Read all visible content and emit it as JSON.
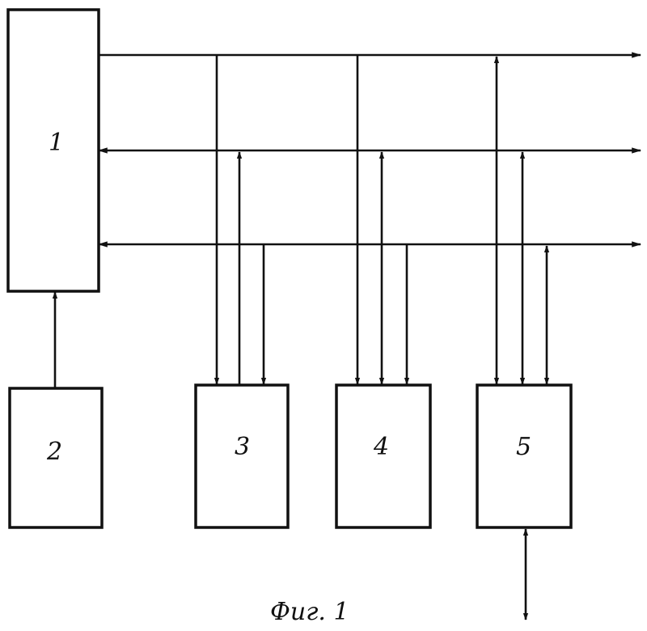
{
  "blocks": [
    {
      "id": "1",
      "label": "1"
    },
    {
      "id": "2",
      "label": "2"
    },
    {
      "id": "3",
      "label": "3"
    },
    {
      "id": "4",
      "label": "4"
    },
    {
      "id": "5",
      "label": "5"
    }
  ],
  "caption": "Фиг. 1"
}
